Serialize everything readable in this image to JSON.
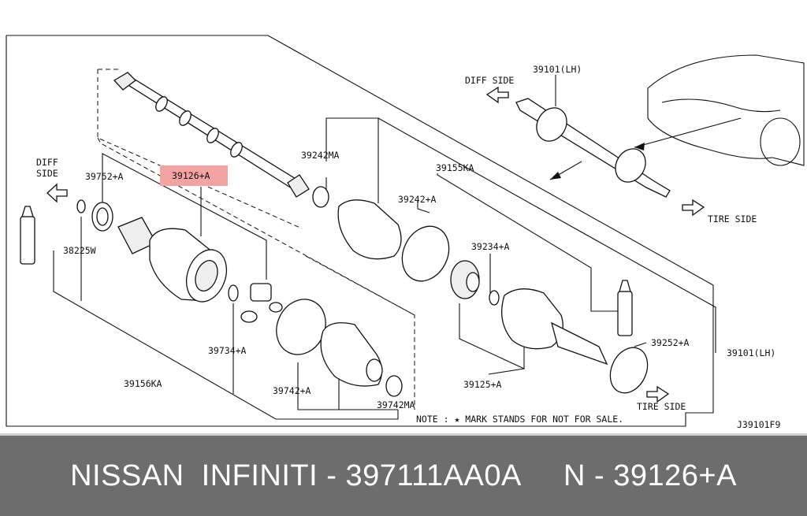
{
  "diagram": {
    "labels": {
      "diff_side_left": [
        "DIFF",
        "SIDE"
      ],
      "diff_side_top": "DIFF SIDE",
      "tire_side_top": "TIRE SIDE",
      "tire_side_bottom": "TIRE SIDE",
      "p39101_lh_top": "39101(LH)",
      "p39101_lh_right": "39101(LH)",
      "p39242ma": "39242MA",
      "p39155ka": "39155KA",
      "p39242a": "39242+A",
      "p39752a": "39752+A",
      "p39126a": "39126+A",
      "p38225w": "38225W",
      "p39234a": "39234+A",
      "p39252a": "39252+A",
      "p39734a": "39734+A",
      "p39156ka": "39156KA",
      "p39742a": "39742+A",
      "p39742ma": "39742MA",
      "p39125a": "39125+A",
      "note": "NOTE : ★ MARK STANDS FOR NOT FOR SALE.",
      "figure_code": "J39101F9"
    },
    "highlight_color": "#f4a3a3"
  },
  "footer": {
    "text": "NISSAN  INFINITI - 397111AA0A     N - 39126+A"
  }
}
